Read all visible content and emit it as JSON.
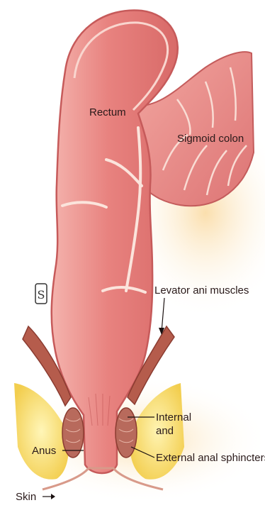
{
  "diagram": {
    "labels": {
      "rectum": "Rectum",
      "sigmoid_colon": "Sigmoid colon",
      "levator_ani": "Levator ani muscles",
      "internal": "Internal",
      "and": "and",
      "external_anal_sphincters": "External anal sphincters",
      "anus": "Anus",
      "skin": "Skin"
    },
    "logo_text": "S"
  },
  "colors": {
    "tissue_main": "#e88a8a",
    "tissue_light": "#f7c8c0",
    "tissue_dark": "#c85a5a",
    "fold": "#fbe4dc",
    "fat": "#f2d24a",
    "fat_light": "#fbefa8",
    "muscle": "#b35a4a"
  }
}
